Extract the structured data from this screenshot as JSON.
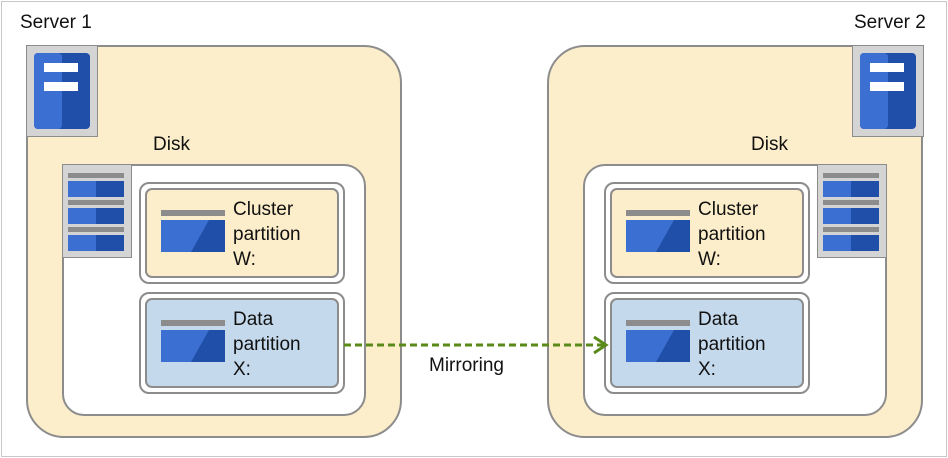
{
  "servers": [
    {
      "name": "Server 1",
      "disk_label": "Disk",
      "partitions": {
        "cluster": {
          "line1": "Cluster",
          "line2": "partition",
          "line3": "W:"
        },
        "data": {
          "line1": "Data",
          "line2": "partition",
          "line3": "X:"
        }
      }
    },
    {
      "name": "Server 2",
      "disk_label": "Disk",
      "partitions": {
        "cluster": {
          "line1": "Cluster",
          "line2": "partition",
          "line3": "W:"
        },
        "data": {
          "line1": "Data",
          "line2": "partition",
          "line3": "X:"
        }
      }
    }
  ],
  "mirroring": {
    "label": "Mirroring",
    "color": "#5a8a1a"
  },
  "colors": {
    "server_fill": "#fdeecb",
    "data_fill": "#c5d9ec",
    "border": "#8c8c8c",
    "icon_blue": "#1f4fa8"
  },
  "icons": {
    "server": "server-icon",
    "disk": "disk-stack-icon",
    "partition": "drive-icon"
  }
}
